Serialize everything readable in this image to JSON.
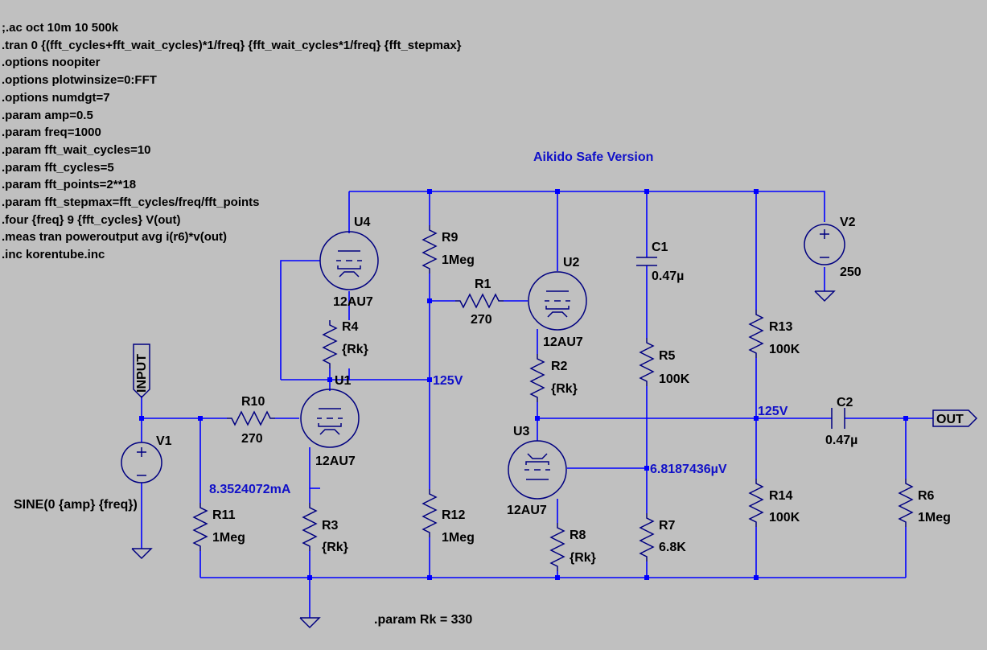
{
  "directives": [
    ";.ac oct 10m 10 500k",
    ".tran 0 {(fft_cycles+fft_wait_cycles)*1/freq} {fft_wait_cycles*1/freq} {fft_stepmax}",
    ".options noopiter",
    ".options plotwinsize=0:FFT",
    ".options numdgt=7",
    ".param amp=0.5",
    ".param freq=1000",
    ".param fft_wait_cycles=10",
    ".param fft_cycles=5",
    ".param fft_points=2**18",
    ".param fft_stepmax=fft_cycles/freq/fft_points",
    ".four {freq} 9 {fft_cycles} V(out)",
    ".meas tran poweroutput avg i(r6)*v(out)",
    ".inc korentube.inc"
  ],
  "title": "Aikido Safe Version",
  "param_rk": ".param Rk = 330",
  "ports": {
    "input": "INPUT",
    "output": "OUT"
  },
  "tubes": {
    "U1": {
      "name": "U1",
      "model": "12AU7"
    },
    "U2": {
      "name": "U2",
      "model": "12AU7"
    },
    "U3": {
      "name": "U3",
      "model": "12AU7"
    },
    "U4": {
      "name": "U4",
      "model": "12AU7"
    }
  },
  "resistors": {
    "R1": {
      "name": "R1",
      "value": "270"
    },
    "R2": {
      "name": "R2",
      "value": "{Rk}"
    },
    "R3": {
      "name": "R3",
      "value": "{Rk}"
    },
    "R4": {
      "name": "R4",
      "value": "{Rk}"
    },
    "R5": {
      "name": "R5",
      "value": "100K"
    },
    "R6": {
      "name": "R6",
      "value": "1Meg"
    },
    "R7": {
      "name": "R7",
      "value": "6.8K"
    },
    "R8": {
      "name": "R8",
      "value": "{Rk}"
    },
    "R9": {
      "name": "R9",
      "value": "1Meg"
    },
    "R10": {
      "name": "R10",
      "value": "270"
    },
    "R11": {
      "name": "R11",
      "value": "1Meg"
    },
    "R12": {
      "name": "R12",
      "value": "1Meg"
    },
    "R13": {
      "name": "R13",
      "value": "100K"
    },
    "R14": {
      "name": "R14",
      "value": "100K"
    }
  },
  "capacitors": {
    "C1": {
      "name": "C1",
      "value": "0.47µ"
    },
    "C2": {
      "name": "C2",
      "value": "0.47µ"
    }
  },
  "sources": {
    "V1": {
      "name": "V1",
      "value": "SINE(0 {amp} {freq})"
    },
    "V2": {
      "name": "V2",
      "value": "250"
    }
  },
  "probes": {
    "v_mid_left": "125V",
    "v_mid_right": "125V",
    "i_u1_cathode": "8.3524072mA",
    "v_u3_grid": "6.8187436µV"
  },
  "colors": {
    "background": "#c0c0c0",
    "wire": "#0000ff",
    "component": "#000080",
    "annotation": "#1010c8"
  }
}
